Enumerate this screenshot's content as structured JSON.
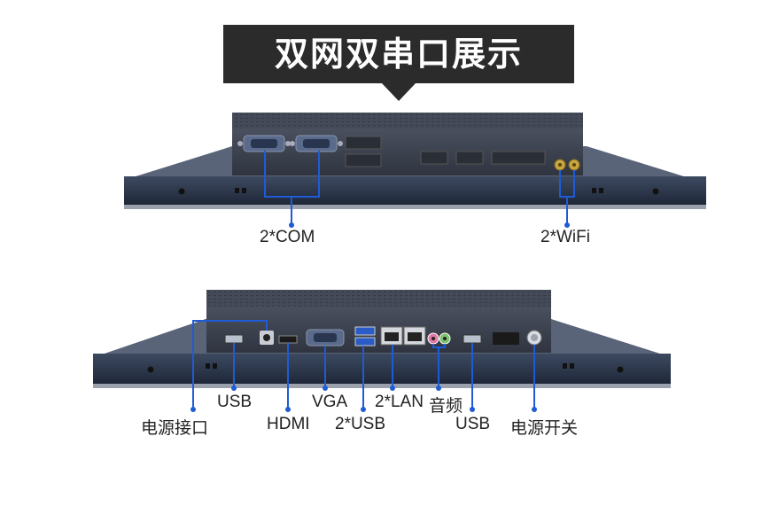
{
  "banner": {
    "title": "双网双串口展示"
  },
  "labels": {
    "com": "2*COM",
    "wifi": "2*WiFi",
    "usb_left": "USB",
    "power_port": "电源接口",
    "hdmi": "HDMI",
    "vga": "VGA",
    "usb_dual": "2*USB",
    "lan": "2*LAN",
    "audio": "音频",
    "usb_right": "USB",
    "power_switch": "电源开关"
  },
  "colors": {
    "banner": "#2b2b2b",
    "callout": "#1f5bd6",
    "chassis": "#3a4151",
    "bezel": "#222c3e"
  }
}
